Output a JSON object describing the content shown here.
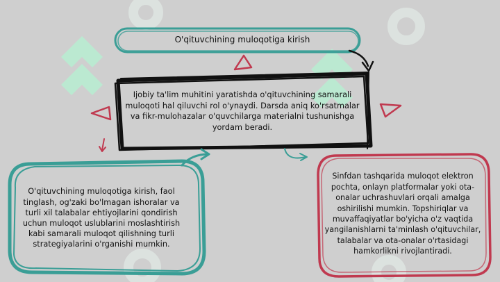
{
  "title_node": {
    "text": "O'qituvchining muloqotiga kirish"
  },
  "center_node": {
    "text": "Ijobiy ta'lim muhitini yaratishda o'qituvchining samarali muloqoti hal qiluvchi rol o'ynaydi. Darsda aniq ko'rsatmalar va fikr-mulohazalar o'quvchilarga materialni tushunishga yordam beradi."
  },
  "left_node": {
    "text": "O'qituvchining muloqotiga kirish, faol tinglash, og'zaki bo'lmagan ishoralar va turli xil talabalar ehtiyojlarini qondirish uchun muloqot uslublarini moslashtirish kabi samarali muloqot qilishning turli strategiyalarini o'rganishi mumkin."
  },
  "right_node": {
    "text": "Sinfdan tashqarida muloqot elektron pochta, onlayn platformalar yoki ota-onalar uchrashuvlari orqali amalga oshirilishi mumkin. Topshiriqlar va muvaffaqiyatlar bo'yicha o'z vaqtida yangilanishlarni ta'minlash o'qituvchilar, talabalar va ota-onalar o'rtasidagi hamkorlikni rivojlantiradi."
  },
  "colors": {
    "background": "#cfcfcf",
    "teal": "#3a9e96",
    "crimson": "#c0394f",
    "black": "#111111",
    "watermark": "#b9ecd2"
  }
}
